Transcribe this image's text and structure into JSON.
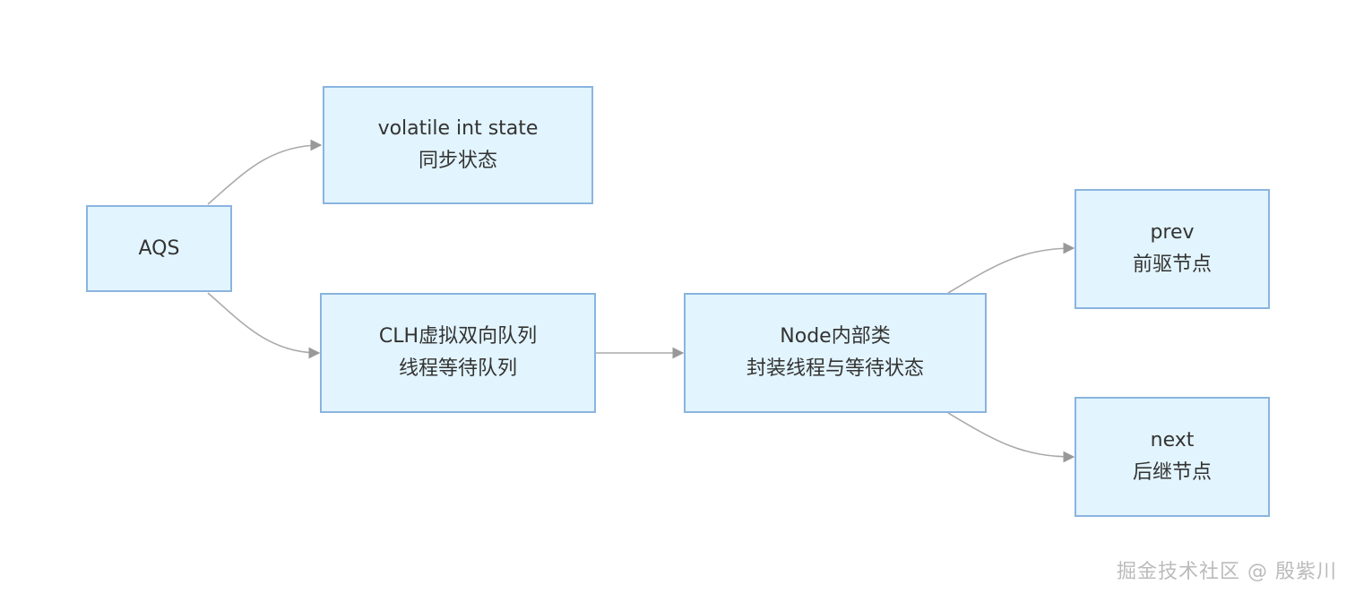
{
  "nodes": {
    "aqs": {
      "line1": "AQS"
    },
    "state": {
      "line1": "volatile int state",
      "line2": "同步状态"
    },
    "clh": {
      "line1": "CLH虚拟双向队列",
      "line2": "线程等待队列"
    },
    "node": {
      "line1": "Node内部类",
      "line2": "封装线程与等待状态"
    },
    "prev": {
      "line1": "prev",
      "line2": "前驱节点"
    },
    "next": {
      "line1": "next",
      "line2": "后继节点"
    }
  },
  "edges": [
    {
      "from": "aqs",
      "to": "state"
    },
    {
      "from": "aqs",
      "to": "clh"
    },
    {
      "from": "clh",
      "to": "node"
    },
    {
      "from": "node",
      "to": "prev"
    },
    {
      "from": "node",
      "to": "next"
    }
  ],
  "watermark": "掘金技术社区 @ 殷紫川",
  "colors": {
    "node_fill": "#e2f4fd",
    "node_border": "#8ab4e0",
    "edge": "#aaaaaa",
    "text": "#333333"
  }
}
